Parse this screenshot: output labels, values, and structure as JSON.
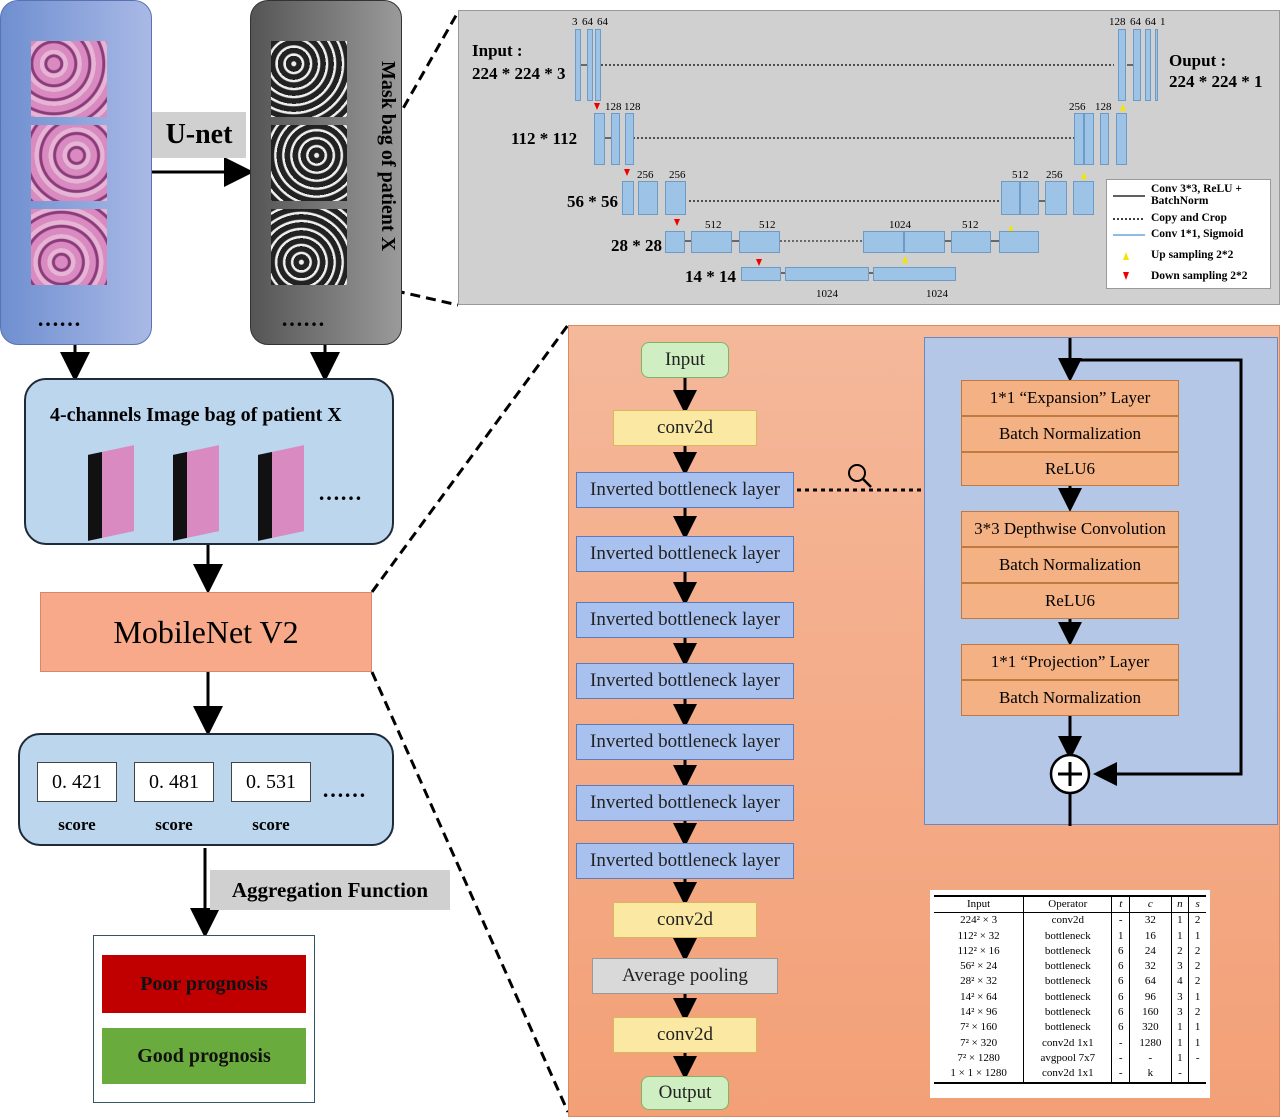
{
  "unet_label": "U-net",
  "mask_bag_label": "Mask bag of patient X",
  "image_bag_title": "4-channels Image bag of patient X",
  "ellipsis": "……",
  "mobilenet_label": "MobileNet V2",
  "scores": [
    {
      "value": "0. 421",
      "label": "score"
    },
    {
      "value": "0. 481",
      "label": "score"
    },
    {
      "value": "0. 531",
      "label": "score"
    }
  ],
  "aggregation_label": "Aggregation Function",
  "poor_prognosis": "Poor prognosis",
  "good_prognosis": "Good prognosis",
  "unet": {
    "input_label": "Input :",
    "input_dim": "224 * 224 * 3",
    "output_label": "Ouput :",
    "output_dim": "224 * 224 * 1",
    "res_112": "112 * 112",
    "res_56": "56 * 56",
    "res_28": "28 * 28",
    "res_14": "14 * 14",
    "ch_3": "3",
    "ch_64": "64",
    "ch_128": "128",
    "ch_256": "256",
    "ch_512": "512",
    "ch_1024": "1024",
    "ch_1": "1",
    "legend": {
      "conv": "Conv 3*3, ReLU + BatchNorm",
      "copy": "Copy and Crop",
      "conv1": "Conv 1*1, Sigmoid",
      "up": "Up sampling 2*2",
      "down": "Down sampling 2*2"
    }
  },
  "flow": {
    "input": "Input",
    "conv2d": "conv2d",
    "ibl": "Inverted bottleneck layer",
    "avgpool": "Average pooling",
    "output": "Output"
  },
  "bottleneck": {
    "expansion": "1*1 “Expansion” Layer",
    "bn": "Batch Normalization",
    "relu6": "ReLU6",
    "depthwise": "3*3 Depthwise Convolution",
    "projection": "1*1 “Projection” Layer"
  },
  "table": {
    "headers": [
      "Input",
      "Operator",
      "t",
      "c",
      "n",
      "s"
    ],
    "rows": [
      [
        "224² × 3",
        "conv2d",
        "-",
        "32",
        "1",
        "2"
      ],
      [
        "112² × 32",
        "bottleneck",
        "1",
        "16",
        "1",
        "1"
      ],
      [
        "112² × 16",
        "bottleneck",
        "6",
        "24",
        "2",
        "2"
      ],
      [
        "56² × 24",
        "bottleneck",
        "6",
        "32",
        "3",
        "2"
      ],
      [
        "28² × 32",
        "bottleneck",
        "6",
        "64",
        "4",
        "2"
      ],
      [
        "14² × 64",
        "bottleneck",
        "6",
        "96",
        "3",
        "1"
      ],
      [
        "14² × 96",
        "bottleneck",
        "6",
        "160",
        "3",
        "2"
      ],
      [
        "7² × 160",
        "bottleneck",
        "6",
        "320",
        "1",
        "1"
      ],
      [
        "7² × 320",
        "conv2d 1x1",
        "-",
        "1280",
        "1",
        "1"
      ],
      [
        "7² × 1280",
        "avgpool 7x7",
        "-",
        "-",
        "1",
        "-"
      ],
      [
        "1 × 1 × 1280",
        "conv2d 1x1",
        "-",
        "k",
        "-",
        ""
      ]
    ]
  }
}
